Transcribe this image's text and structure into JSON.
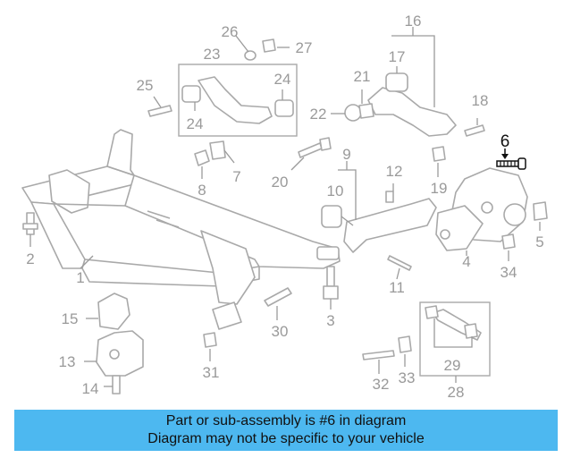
{
  "diagram": {
    "highlighted_part": "6",
    "callouts": [
      "1",
      "2",
      "3",
      "4",
      "5",
      "6",
      "7",
      "8",
      "9",
      "10",
      "11",
      "12",
      "13",
      "14",
      "15",
      "16",
      "17",
      "18",
      "19",
      "20",
      "21",
      "22",
      "23",
      "24",
      "24",
      "25",
      "26",
      "27",
      "28",
      "29",
      "30",
      "31",
      "32",
      "33",
      "34"
    ]
  },
  "caption": {
    "line1": "Part or sub-assembly is #6 in diagram",
    "line2": "Diagram may not be specific to your vehicle"
  },
  "colors": {
    "caption_background": "#4db8f0",
    "drawing_gray": "#a9a9a9",
    "highlight": "#111111"
  }
}
